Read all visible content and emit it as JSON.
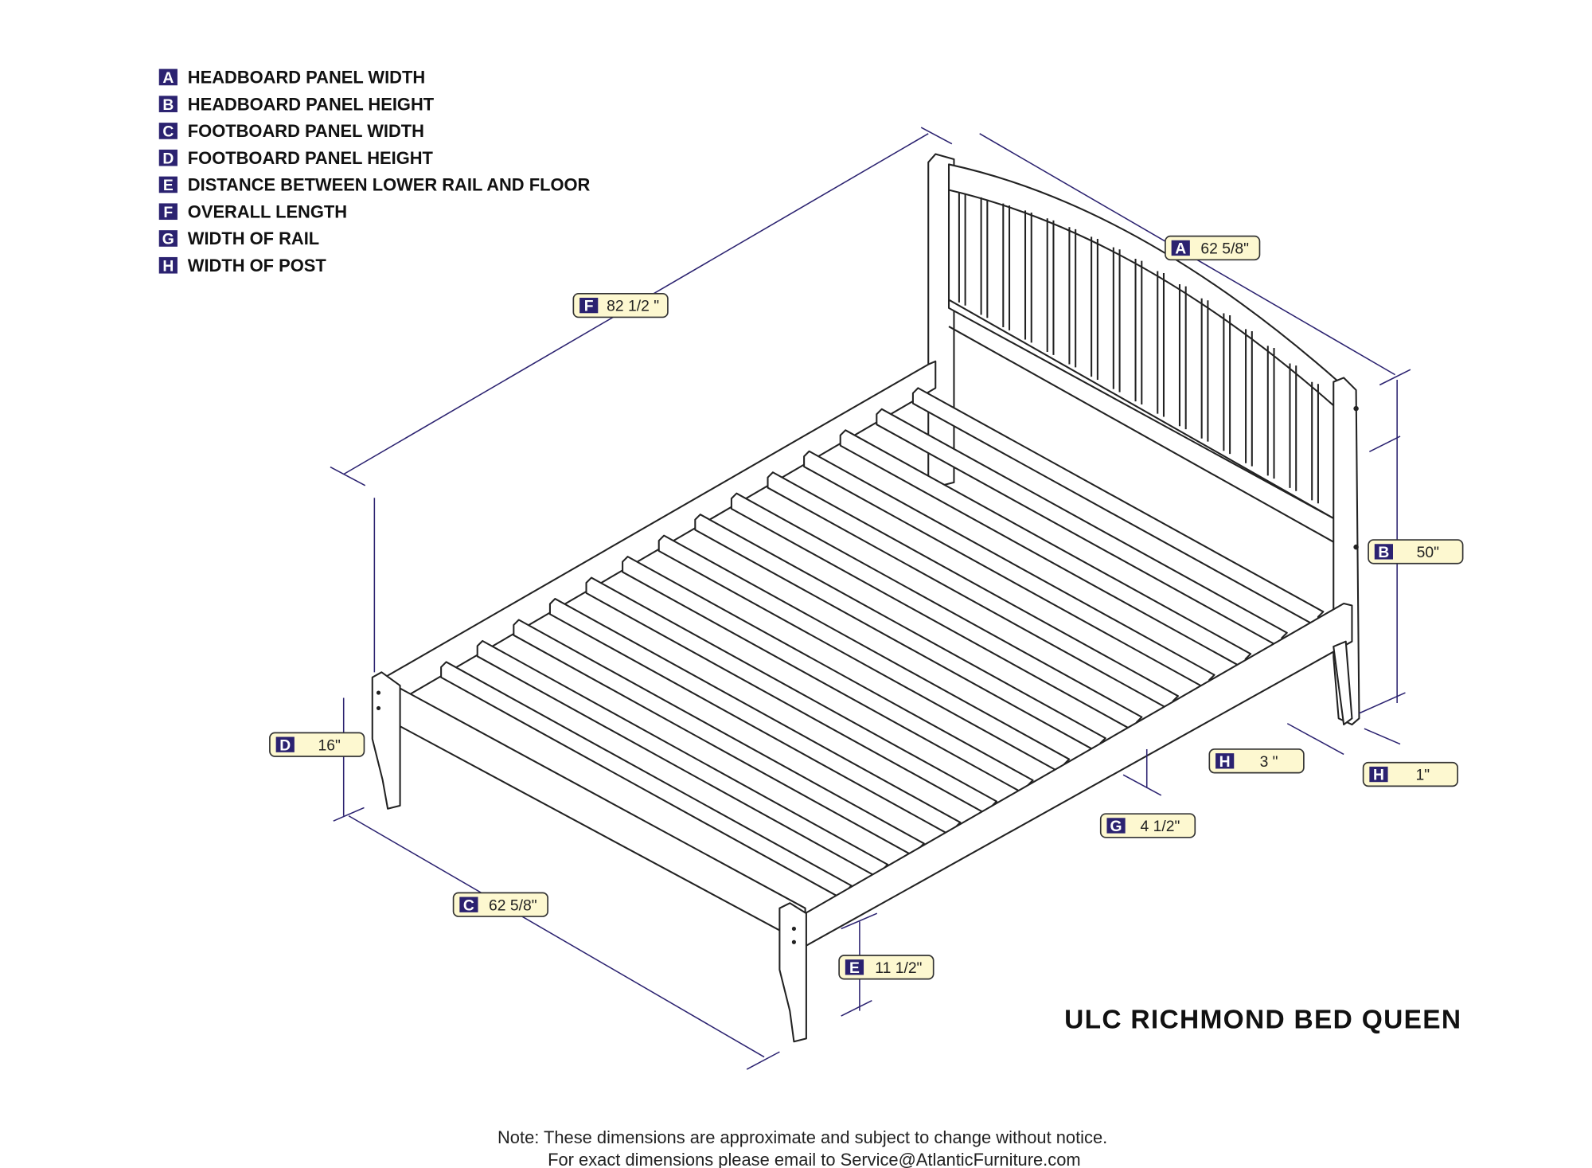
{
  "legend": [
    {
      "letter": "A",
      "label": "HEADBOARD PANEL WIDTH"
    },
    {
      "letter": "B",
      "label": "HEADBOARD PANEL HEIGHT"
    },
    {
      "letter": "C",
      "label": "FOOTBOARD PANEL WIDTH"
    },
    {
      "letter": "D",
      "label": "FOOTBOARD PANEL HEIGHT"
    },
    {
      "letter": "E",
      "label": "DISTANCE BETWEEN LOWER RAIL AND FLOOR"
    },
    {
      "letter": "F",
      "label": "OVERALL LENGTH"
    },
    {
      "letter": "G",
      "label": "WIDTH OF RAIL"
    },
    {
      "letter": "H",
      "label": "WIDTH OF POST"
    }
  ],
  "dimensions": {
    "A": {
      "letter": "A",
      "value": "62 5/8\""
    },
    "B": {
      "letter": "B",
      "value": "50\""
    },
    "C": {
      "letter": "C",
      "value": "62 5/8\""
    },
    "D": {
      "letter": "D",
      "value": "16\""
    },
    "E": {
      "letter": "E",
      "value": "11 1/2\""
    },
    "F": {
      "letter": "F",
      "value": "82 1/2 \""
    },
    "G": {
      "letter": "G",
      "value": "4 1/2\""
    },
    "H1": {
      "letter": "H",
      "value": "3 \""
    },
    "H2": {
      "letter": "H",
      "value": "1\""
    }
  },
  "title": "ULC RICHMOND BED QUEEN",
  "note": {
    "line1": "Note:  These dimensions are approximate and subject to change without notice.",
    "line2": "For exact dimensions please email to Service@AtlanticFurniture.com"
  },
  "colors": {
    "badge": "#2b2270",
    "label_fill": "#fdf8d0",
    "dim_line": "#2b2270"
  }
}
